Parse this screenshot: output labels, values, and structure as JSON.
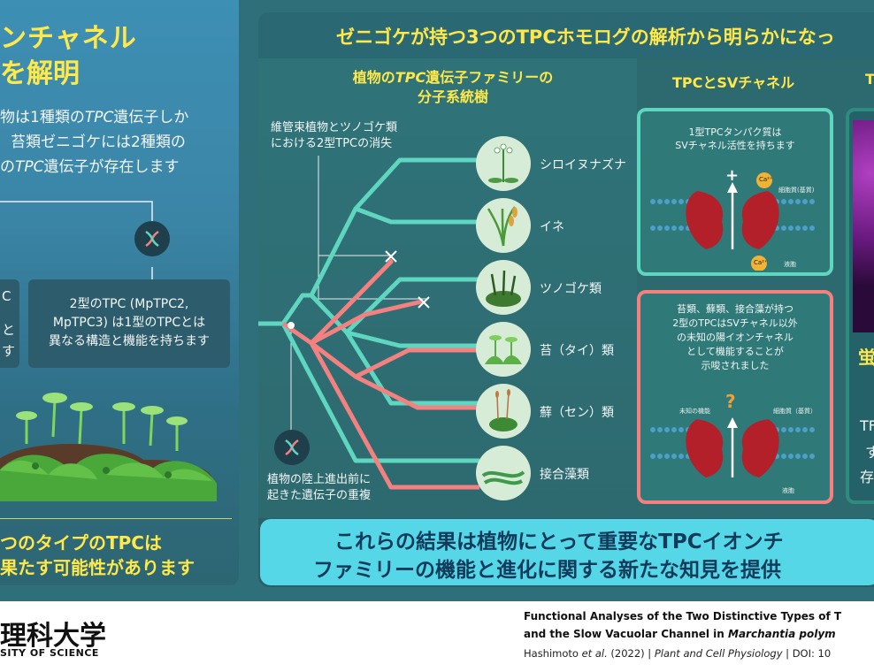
{
  "left": {
    "title_line1": "ンチャネル",
    "title_line2": "を解明",
    "desc_line1": "物は1種類の",
    "desc_line1_italic": "TPC",
    "desc_line1_tail": "遺伝子しか",
    "desc_line2": "苔類ゼニゴケには2種類の",
    "desc_line3_head": "の",
    "desc_line3_italic": "TPC",
    "desc_line3_tail": "遺伝子が存在します",
    "type1_fragment": [
      "C",
      "と",
      "す"
    ],
    "type2_text": [
      "2型のTPC (MpTPC2,",
      "MpTPC3) は1型のTPCとは",
      "異なる構造と機能を持ちます"
    ],
    "bottom_line1": "つのタイプのTPCは",
    "bottom_line2": "果たす可能性があります"
  },
  "main": {
    "header": "ゼニゴケが持つ3つのTPCホモログの解析から明らかになっ",
    "phylo_title_line1_a": "植物の",
    "phylo_title_line1_i": "TPC",
    "phylo_title_line1_b": "遺伝子ファミリーの",
    "phylo_title_line2": "分子系統樹",
    "loss_label": [
      "維管束植物とツノゴケ類",
      "における2型TPCの消失"
    ],
    "dup_label": [
      "植物の陸上進出前に",
      "起きた遺伝子の重複"
    ],
    "species": [
      "シロイヌナズナ",
      "イネ",
      "ツノゴケ類",
      "苔（タイ）類",
      "蘚（セン）類",
      "接合藻類"
    ],
    "sv_title": "TPCとSVチャネル",
    "third_title_fragment": "T",
    "card1_text": [
      "1型TPCタンパク質は",
      "SVチャネル活性を持ちます"
    ],
    "card1_labels": {
      "plus": "+",
      "ca1": "Ca²⁺",
      "ca2": "Ca²⁺",
      "cyto": "細胞質(基質)",
      "vac": "液胞"
    },
    "card2_text": [
      "苔類、蘚類、接合藻が持つ",
      "2型のTPCはSVチャネル以外",
      "の未知の陽イオンチャネル",
      "として機能することが",
      "示唆されました"
    ],
    "card2_labels": {
      "unknown": "未知の機能",
      "q": "?",
      "cyto": "細胞質（基質）",
      "vac": "液胞"
    },
    "right_fragments": [
      "蛍",
      "TF",
      "す",
      "存"
    ],
    "banner_line1": "これらの結果は植物にとって重要なTPCイオンチ",
    "banner_line2": "ファミリーの機能と進化に関する新たな知見を提供"
  },
  "footer": {
    "logo_main": "理科大学",
    "logo_sub": "SITY OF SCIENCE",
    "paper_title_line1": "Functional Analyses of the Two Distinctive Types of T",
    "paper_title_line2_a": "and the Slow Vacuolar Channel in ",
    "paper_title_line2_i": "Marchantia polym",
    "cite_a": "Hashimoto ",
    "cite_i": "et al.",
    "cite_b": " (2022)  |  ",
    "cite_journal": "Plant and Cell Physiology",
    "cite_c": "  |  DOI: 10"
  },
  "colors": {
    "accent_yellow": "#ffe84a",
    "teal_branch": "#5fd6c0",
    "pink_branch": "#f58080",
    "banner": "#55d7e8",
    "protein": "#b3202a"
  }
}
